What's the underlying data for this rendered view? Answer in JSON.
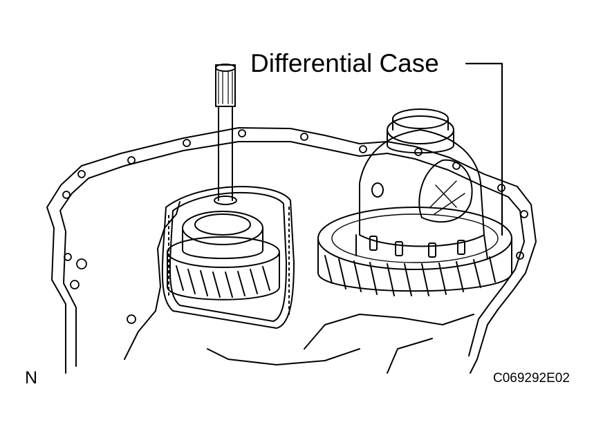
{
  "callout": {
    "label": "Differential Case"
  },
  "view_letter": "N",
  "figure_id": "C069292E02",
  "colors": {
    "ink": "#000000",
    "paper": "#ffffff"
  }
}
